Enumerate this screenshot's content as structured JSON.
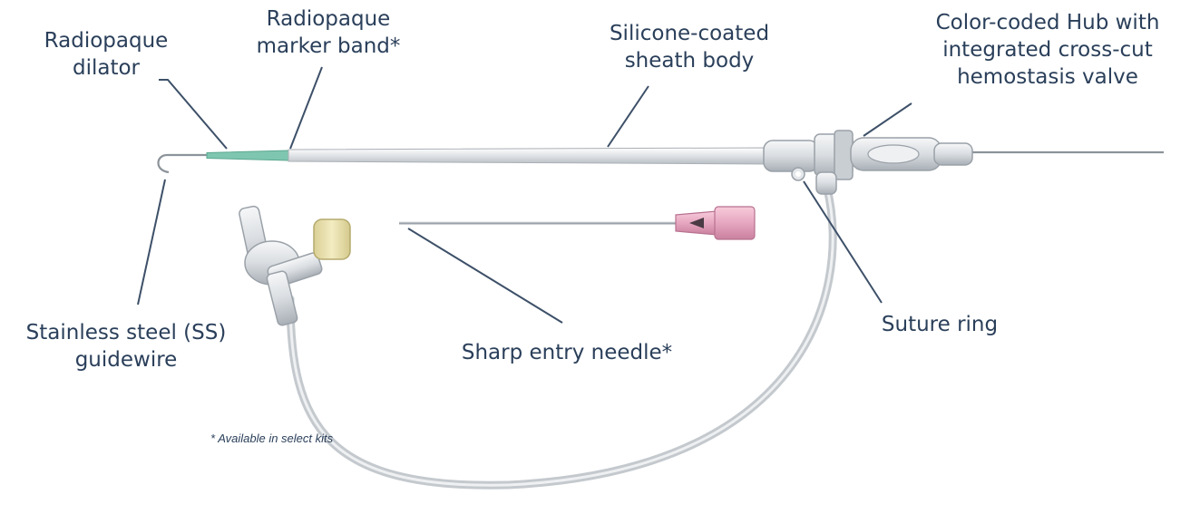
{
  "labels": {
    "dilator": [
      "Radiopaque",
      "dilator"
    ],
    "marker_band": [
      "Radiopaque",
      "marker band*"
    ],
    "sheath_body": [
      "Silicone-coated",
      "sheath body"
    ],
    "hub": [
      "Color-coded Hub with",
      "integrated cross-cut",
      "hemostasis valve"
    ],
    "guidewire": [
      "Stainless steel (SS)",
      "guidewire"
    ],
    "needle": "Sharp entry needle*",
    "suture_ring": "Suture ring"
  },
  "footnote": "* Available in select kits",
  "colors": {
    "text": "#2a3f5a",
    "leader_line": "#3d5068",
    "dilator_tip": "#7fc6b0",
    "needle_hub": "#e6a6bf",
    "cap": "#efe7b8",
    "sheath": "#dcdfe2"
  }
}
